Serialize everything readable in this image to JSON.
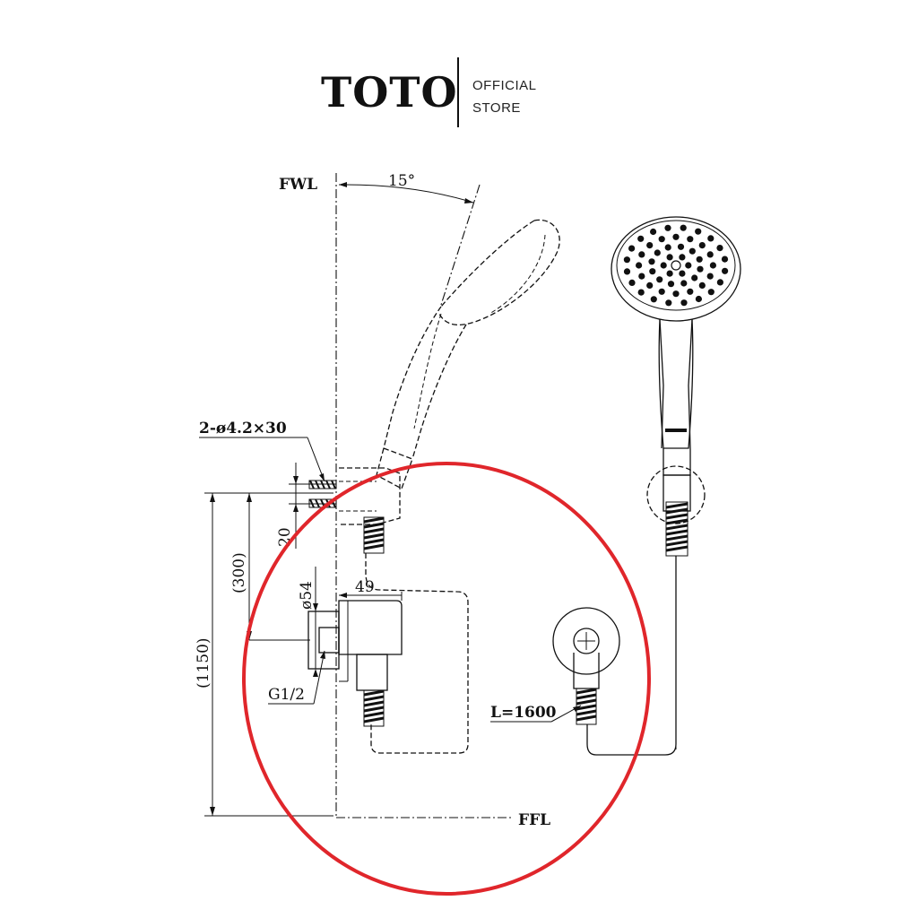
{
  "brand": {
    "name": "TOTO",
    "sub_line1": "OFFICIAL",
    "sub_line2": "STORE"
  },
  "labels": {
    "fwl": "FWL",
    "angle": "15°",
    "screws": "2-ø4.2×30",
    "dim_20": "20",
    "dim_300": "(300)",
    "dim_1150": "(1150)",
    "dim_54": "ø54",
    "dim_49": "49",
    "g12": "G1/2",
    "hose": "L=1600",
    "ffl": "FFL"
  },
  "colors": {
    "highlight_circle": "#e0262b",
    "line": "#111111"
  }
}
